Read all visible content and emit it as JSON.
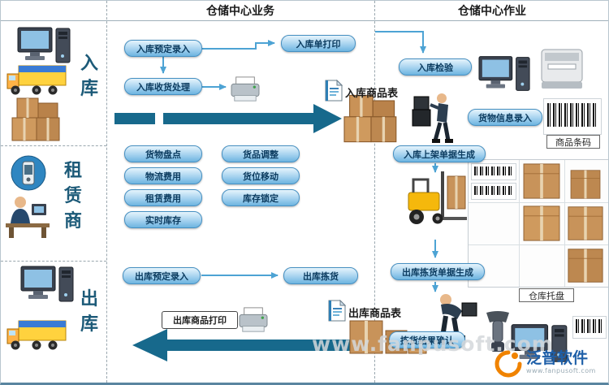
{
  "header": {
    "business_title": "仓储中心业务",
    "operations_title": "仓储中心作业"
  },
  "sections": {
    "inbound": "入库",
    "lessor": "租赁商",
    "outbound": "出库"
  },
  "business": {
    "inbound_reserve_entry": "入库预定录入",
    "inbound_order_print": "入库单打印",
    "inbound_receive_process": "入库收货处理",
    "inbound_goods_table_label": "入库商品表",
    "mid_buttons_col1": [
      "货物盘点",
      "物流费用",
      "租赁费用",
      "实时库存"
    ],
    "mid_buttons_col2": [
      "货品调整",
      "货位移动",
      "库存锁定"
    ],
    "outbound_reserve_entry": "出库预定录入",
    "outbound_picking": "出库拣货",
    "outbound_goods_print": "出库商品打印",
    "outbound_goods_table_label": "出库商品表"
  },
  "operations": {
    "inbound_inspection": "入库检验",
    "goods_info_entry": "货物信息录入",
    "product_barcode_label": "商品条码",
    "inbound_shelving_doc_gen": "入库上架单据生成",
    "outbound_picking_doc_gen": "出库拣货单据生成",
    "picking_result_confirm": "拣货结果确认",
    "warehouse_pallet_label": "仓库托盘"
  },
  "watermark": {
    "site_text": "www.fanpusoft.com",
    "brand_name": "泛普软件",
    "brand_site": "www.fanpusoft.com"
  },
  "icons": {
    "computer": "css-shape",
    "truck": "css-shape",
    "boxes": "css-shape",
    "phone": "css-shape",
    "operator-desk": "css-shape",
    "printer": "css-shape",
    "document": "css-shape",
    "worker": "css-shape",
    "forklift": "css-shape",
    "barcode": "css-stripes",
    "scanner": "css-shape",
    "label-printer": "css-shape"
  },
  "colors": {
    "button_gradient_top": "#e6f4fc",
    "button_gradient_bottom": "#6db4e0",
    "button_border": "#4690c2",
    "button_text": "#0c3c60",
    "flow_arrow": "#17698c",
    "connector": "#4da3d4",
    "section_label": "#1c5a78"
  }
}
